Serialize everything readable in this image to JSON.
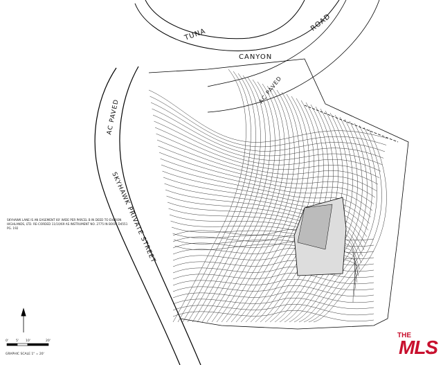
{
  "streets": {
    "tuna": "TUNA",
    "canyon": "CANYON",
    "road": "ROAD",
    "skyhawk": "SKYHAWK PRIVATE STREET",
    "ac_paved_left": "AC PAVED",
    "ac_paved_right": "AC PAVED"
  },
  "easement_note": "SKYHAWK LANE IS AN EASEMENT 60' WIDE PER PARCEL B IN DEED TO EVERON HIGHLANDS, LTD. RE-CORDED 11/10/69 AS INSTRUMENT NO. 2775 IN BOOK D4551 PG. 192",
  "scale": {
    "ticks": [
      "0'",
      "5'",
      "10'",
      "20'"
    ],
    "label": "GRAPHIC SCALE 1\" = 20'"
  },
  "logo": {
    "the": "THE",
    "mls": "MLS",
    "reg": "®"
  },
  "colors": {
    "contour": "#333333",
    "road_edge": "#000000",
    "background": "#ffffff",
    "logo": "#c8102e"
  }
}
